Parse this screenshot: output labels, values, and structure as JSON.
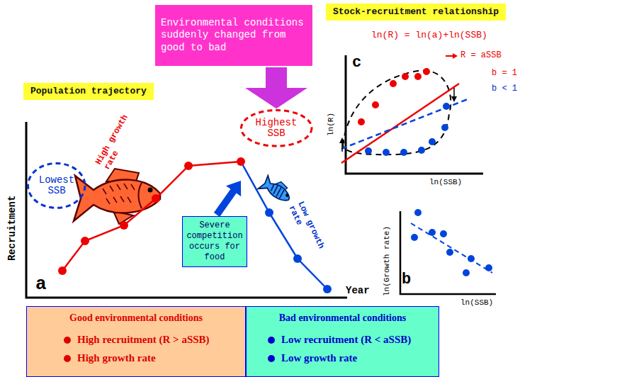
{
  "diagram": {
    "nodes": [
      {
        "text": [
          "Population trajectory"
        ]
      },
      {
        "text": [
          "Environmental conditions suddenly changed from good to bad"
        ]
      },
      {
        "text": [
          "Stock-recruitment relationship"
        ]
      },
      {
        "text": [
          "Lowest SSB"
        ]
      },
      {
        "text": [
          "Highest SSB"
        ]
      },
      {
        "text": [
          "Severe competition occurs for food"
        ]
      },
      {
        "text": [
          "Good environmental conditions",
          "High recruitment (R > aSSB)",
          "High growth rate"
        ]
      },
      {
        "text": [
          "Bad environmental conditions",
          "Low recruitment (R < aSSB)",
          "Low growth rate"
        ]
      }
    ],
    "edges": [
      {
        "from": 1,
        "to": 4,
        "arrow": "to"
      }
    ],
    "labels": [
      "ln(R) = ln(a)+ln(SSB)",
      "R = aSSB",
      "b = 1",
      "b < 1",
      "c",
      "ln(R)",
      "ln(SSB)",
      "High growth rate",
      "Low growth rate",
      "Recruitment",
      "a",
      "Year",
      "b",
      "ln(Growth rate)",
      "ln(SSB)"
    ]
  }
}
